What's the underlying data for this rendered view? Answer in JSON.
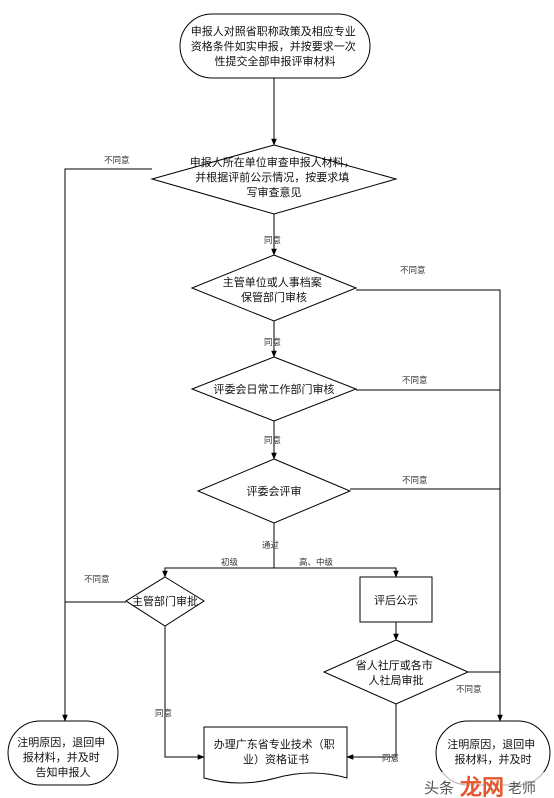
{
  "nodes": {
    "start": [
      "申报人对照省职称政策及相应专业",
      "资格条件如实申报，并按要求一次",
      "性提交全部申报评审材料"
    ],
    "unit": [
      "申报人所在单位审查申报人材料，",
      "并根据评前公示情况，按要求填",
      "写审查意见"
    ],
    "dept": [
      "主管单位或人事档案",
      "保管部门审核"
    ],
    "office": [
      "评委会日常工作部门审核"
    ],
    "review": [
      "评委会评审"
    ],
    "approve": [
      "主管部门审批"
    ],
    "publicity": [
      "评后公示"
    ],
    "province": [
      "省人社厅或各市",
      "人社局审批"
    ],
    "end_left": [
      "注明原因，退回申",
      "报材料，并及时",
      "告知申报人"
    ],
    "end_right": [
      "注明原因，退回申",
      "报材料，并及时"
    ],
    "cert": [
      "办理广东省专业技术（职",
      "业）资格证书"
    ]
  },
  "labels": {
    "disagree": "不同意",
    "agree": "同意",
    "pass": "通过",
    "junior": "初级",
    "senior": "高、中级"
  },
  "watermark": {
    "brand": "龙网",
    "prefix": "头条",
    "suffix": "老师"
  }
}
